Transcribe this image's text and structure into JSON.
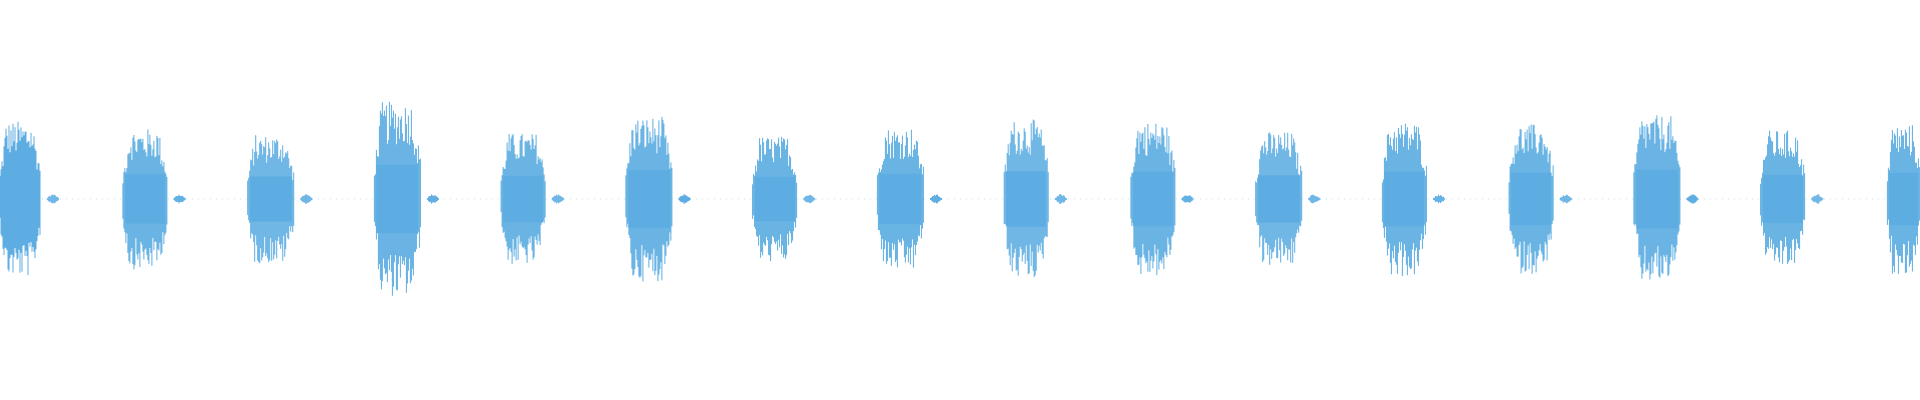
{
  "chart_data": {
    "type": "waveform",
    "title": "",
    "xlabel": "",
    "ylabel": "",
    "grid": false,
    "legend": "none",
    "color": "#5DADE2",
    "background": "#ffffff",
    "burst_count": 16,
    "bursts": [
      {
        "index": 1,
        "peak": 0.52,
        "start_fraction": 0.0,
        "end_fraction": 0.021
      },
      {
        "index": 2,
        "peak": 0.47,
        "start_fraction": 0.064,
        "end_fraction": 0.087
      },
      {
        "index": 3,
        "peak": 0.43,
        "start_fraction": 0.129,
        "end_fraction": 0.153
      },
      {
        "index": 4,
        "peak": 0.65,
        "start_fraction": 0.195,
        "end_fraction": 0.219
      },
      {
        "index": 5,
        "peak": 0.44,
        "start_fraction": 0.261,
        "end_fraction": 0.284
      },
      {
        "index": 6,
        "peak": 0.55,
        "start_fraction": 0.326,
        "end_fraction": 0.35
      },
      {
        "index": 7,
        "peak": 0.42,
        "start_fraction": 0.392,
        "end_fraction": 0.415
      },
      {
        "index": 8,
        "peak": 0.48,
        "start_fraction": 0.457,
        "end_fraction": 0.481
      },
      {
        "index": 9,
        "peak": 0.53,
        "start_fraction": 0.523,
        "end_fraction": 0.546
      },
      {
        "index": 10,
        "peak": 0.52,
        "start_fraction": 0.589,
        "end_fraction": 0.612
      },
      {
        "index": 11,
        "peak": 0.45,
        "start_fraction": 0.654,
        "end_fraction": 0.678
      },
      {
        "index": 12,
        "peak": 0.52,
        "start_fraction": 0.72,
        "end_fraction": 0.743
      },
      {
        "index": 13,
        "peak": 0.5,
        "start_fraction": 0.786,
        "end_fraction": 0.809
      },
      {
        "index": 14,
        "peak": 0.56,
        "start_fraction": 0.851,
        "end_fraction": 0.875
      },
      {
        "index": 15,
        "peak": 0.46,
        "start_fraction": 0.917,
        "end_fraction": 0.94
      },
      {
        "index": 16,
        "peak": 0.5,
        "start_fraction": 0.983,
        "end_fraction": 1.0
      }
    ],
    "ylim": [
      -1,
      1
    ]
  }
}
